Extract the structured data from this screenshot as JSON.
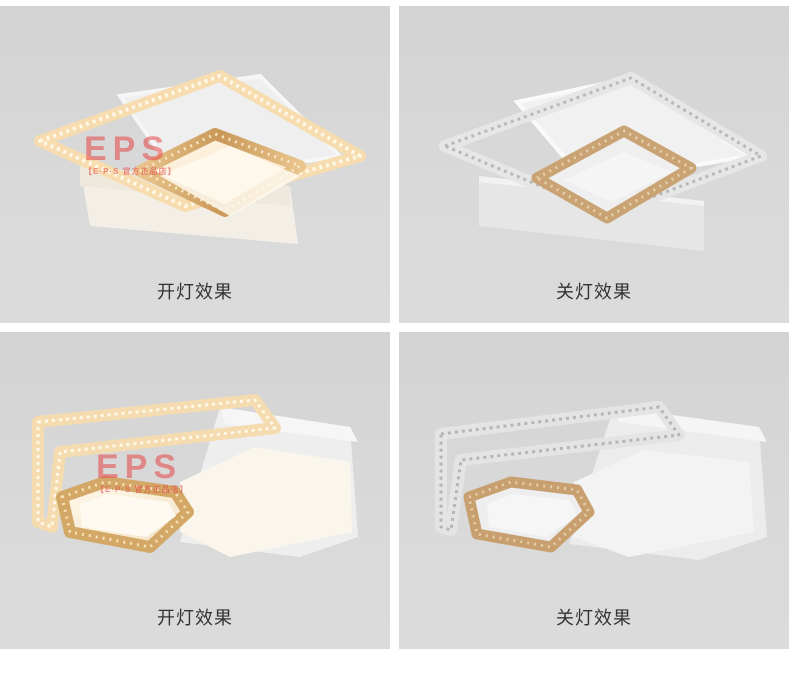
{
  "panels": [
    {
      "caption": "开灯效果",
      "state": "on"
    },
    {
      "caption": "关灯效果",
      "state": "off"
    },
    {
      "caption": "开灯效果",
      "state": "on"
    },
    {
      "caption": "关灯效果",
      "state": "off"
    }
  ],
  "watermark": {
    "brand": "EPS",
    "line": "【E·P·S 官方正品店】"
  },
  "colors": {
    "panel_bg": "#d6d6d6",
    "caption_text": "#333333",
    "crystal_warm": "#e8c79a",
    "crystal_cool": "#e9e9e9",
    "watermark": "#e64646"
  }
}
